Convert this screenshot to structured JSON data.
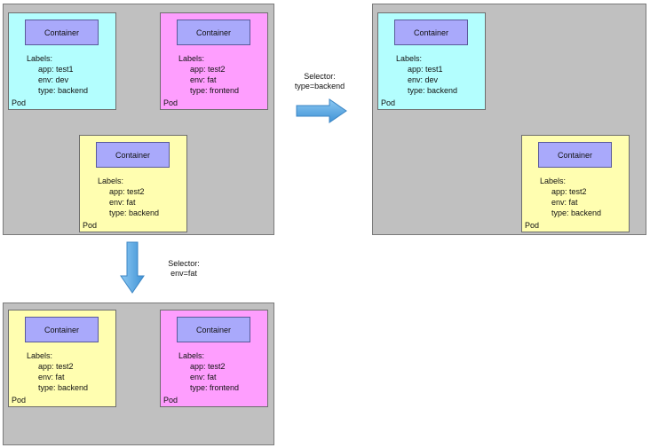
{
  "container_label": "Container",
  "labels_heading": "Labels:",
  "pod_label": "Pod",
  "pods": [
    {
      "app": "app: test1",
      "env": "env: dev",
      "type": "type: backend"
    },
    {
      "app": "app: test2",
      "env": "env: fat",
      "type": "type: frontend"
    },
    {
      "app": "app: test2",
      "env": "env: fat",
      "type": "type: backend"
    }
  ],
  "selector_backend": {
    "line1": "Selector:",
    "line2": "type=backend"
  },
  "selector_env": {
    "line1": "Selector:",
    "line2": "env=fat"
  },
  "colors": {
    "cyan": "#b3fefe",
    "pink": "#fe9efe",
    "yellow": "#fffeb0",
    "container": "#a9a9fb",
    "cluster": "#c0c0c0",
    "arrow": "#5aa8e0"
  }
}
